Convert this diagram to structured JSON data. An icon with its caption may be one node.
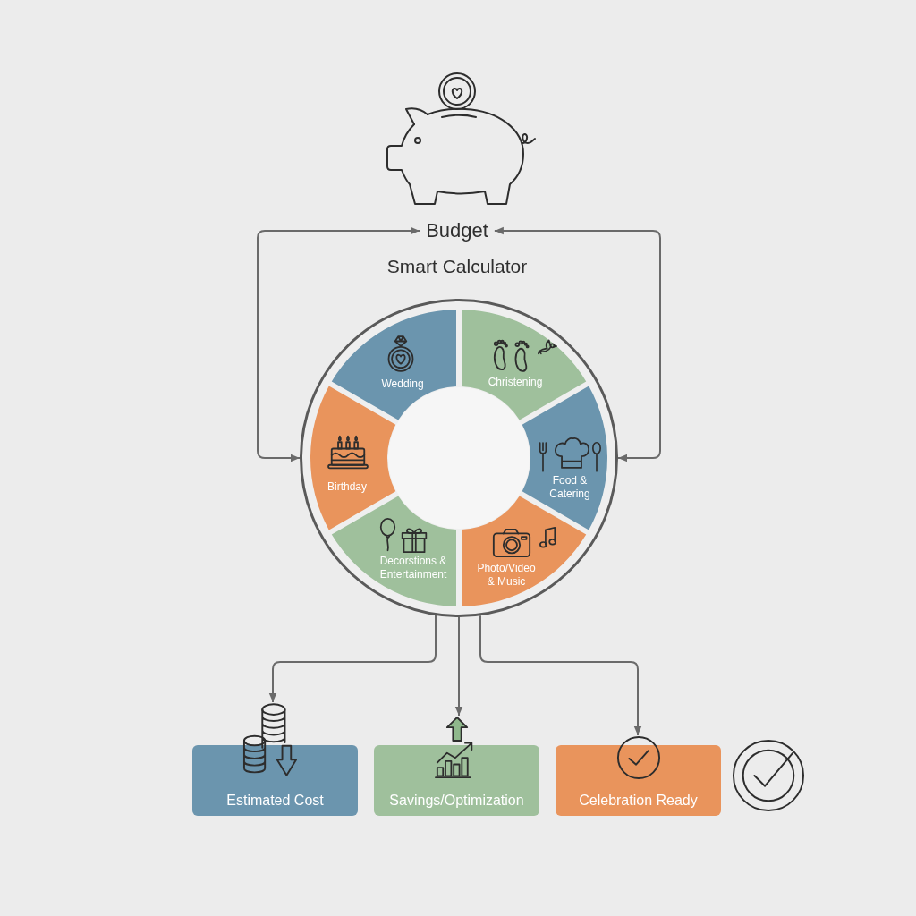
{
  "diagram": {
    "nodes": [
      {
        "text": [
          "Budget"
        ]
      },
      {
        "text": [],
        "shape": "circle"
      },
      {
        "text": [
          "Wedding"
        ],
        "in": 1
      },
      {
        "text": [
          "Christening"
        ],
        "in": 1
      },
      {
        "text": [
          "Birthday"
        ],
        "in": 1
      },
      {
        "text": [
          "Food & Catering"
        ],
        "in": 1
      },
      {
        "text": [
          "Decorstions & Entertainment"
        ],
        "in": 1
      },
      {
        "text": [
          "Photo/Video & Music"
        ],
        "in": 1
      },
      {
        "text": [
          "Estimated Cost"
        ]
      },
      {
        "text": [
          "Savings/Optimization"
        ]
      },
      {
        "text": [
          "Celebration Ready"
        ]
      }
    ],
    "edges": [
      {
        "from": 0,
        "to": 1,
        "arrow": "both"
      },
      {
        "from": 0,
        "to": 1,
        "arrow": "both"
      },
      {
        "from": 1,
        "to": 8,
        "arrow": "to"
      },
      {
        "from": 1,
        "to": 9,
        "arrow": "to"
      },
      {
        "from": 1,
        "to": 10,
        "arrow": "to"
      }
    ],
    "labels": [
      "Smart Calculator"
    ]
  }
}
